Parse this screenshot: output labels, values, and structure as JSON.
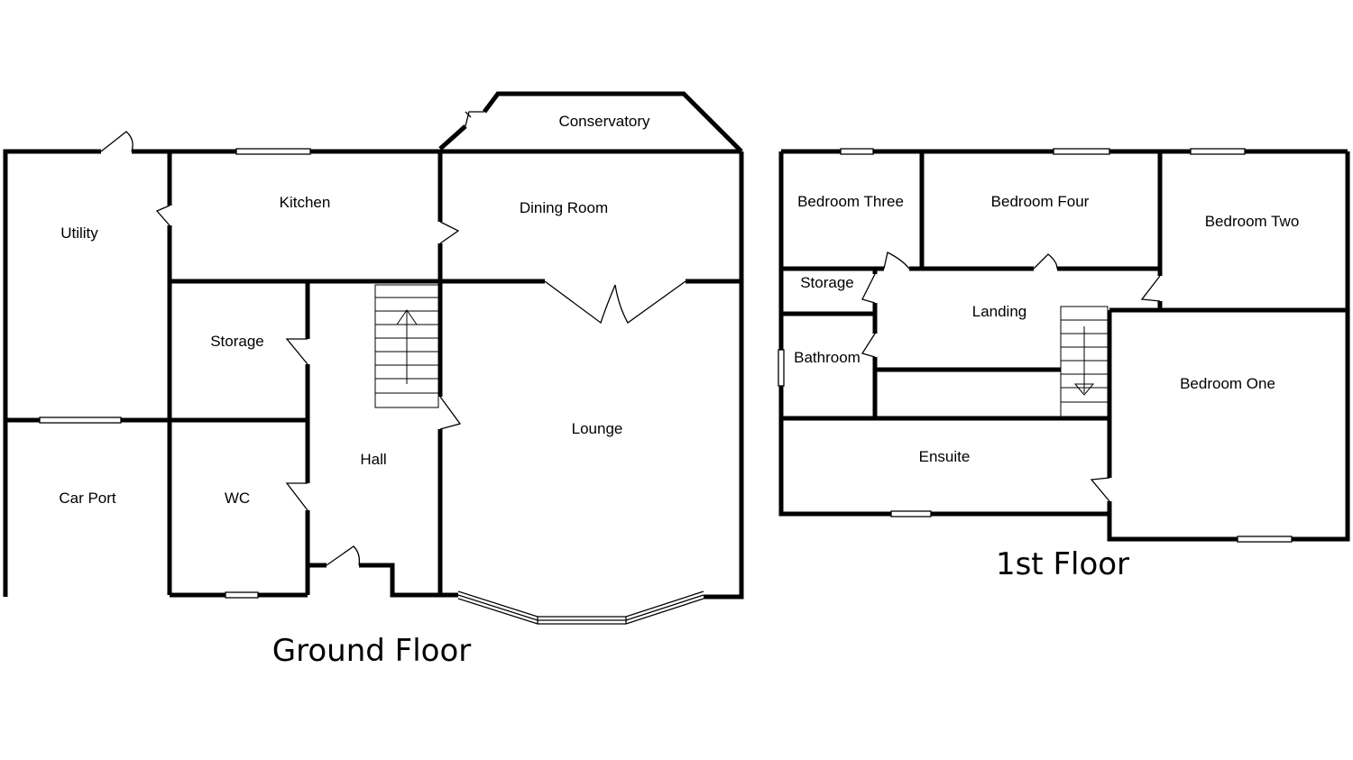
{
  "ground_floor": {
    "title": "Ground Floor",
    "rooms": {
      "conservatory": "Conservatory",
      "utility": "Utility",
      "kitchen": "Kitchen",
      "dining_room": "Dining Room",
      "storage": "Storage",
      "lounge": "Lounge",
      "hall": "Hall",
      "car_port": "Car Port",
      "wc": "WC"
    }
  },
  "first_floor": {
    "title": "1st Floor",
    "rooms": {
      "bedroom_three": "Bedroom Three",
      "bedroom_four": "Bedroom Four",
      "bedroom_two": "Bedroom Two",
      "storage": "Storage",
      "landing": "Landing",
      "bathroom": "Bathroom",
      "bedroom_one": "Bedroom One",
      "ensuite": "Ensuite"
    }
  }
}
